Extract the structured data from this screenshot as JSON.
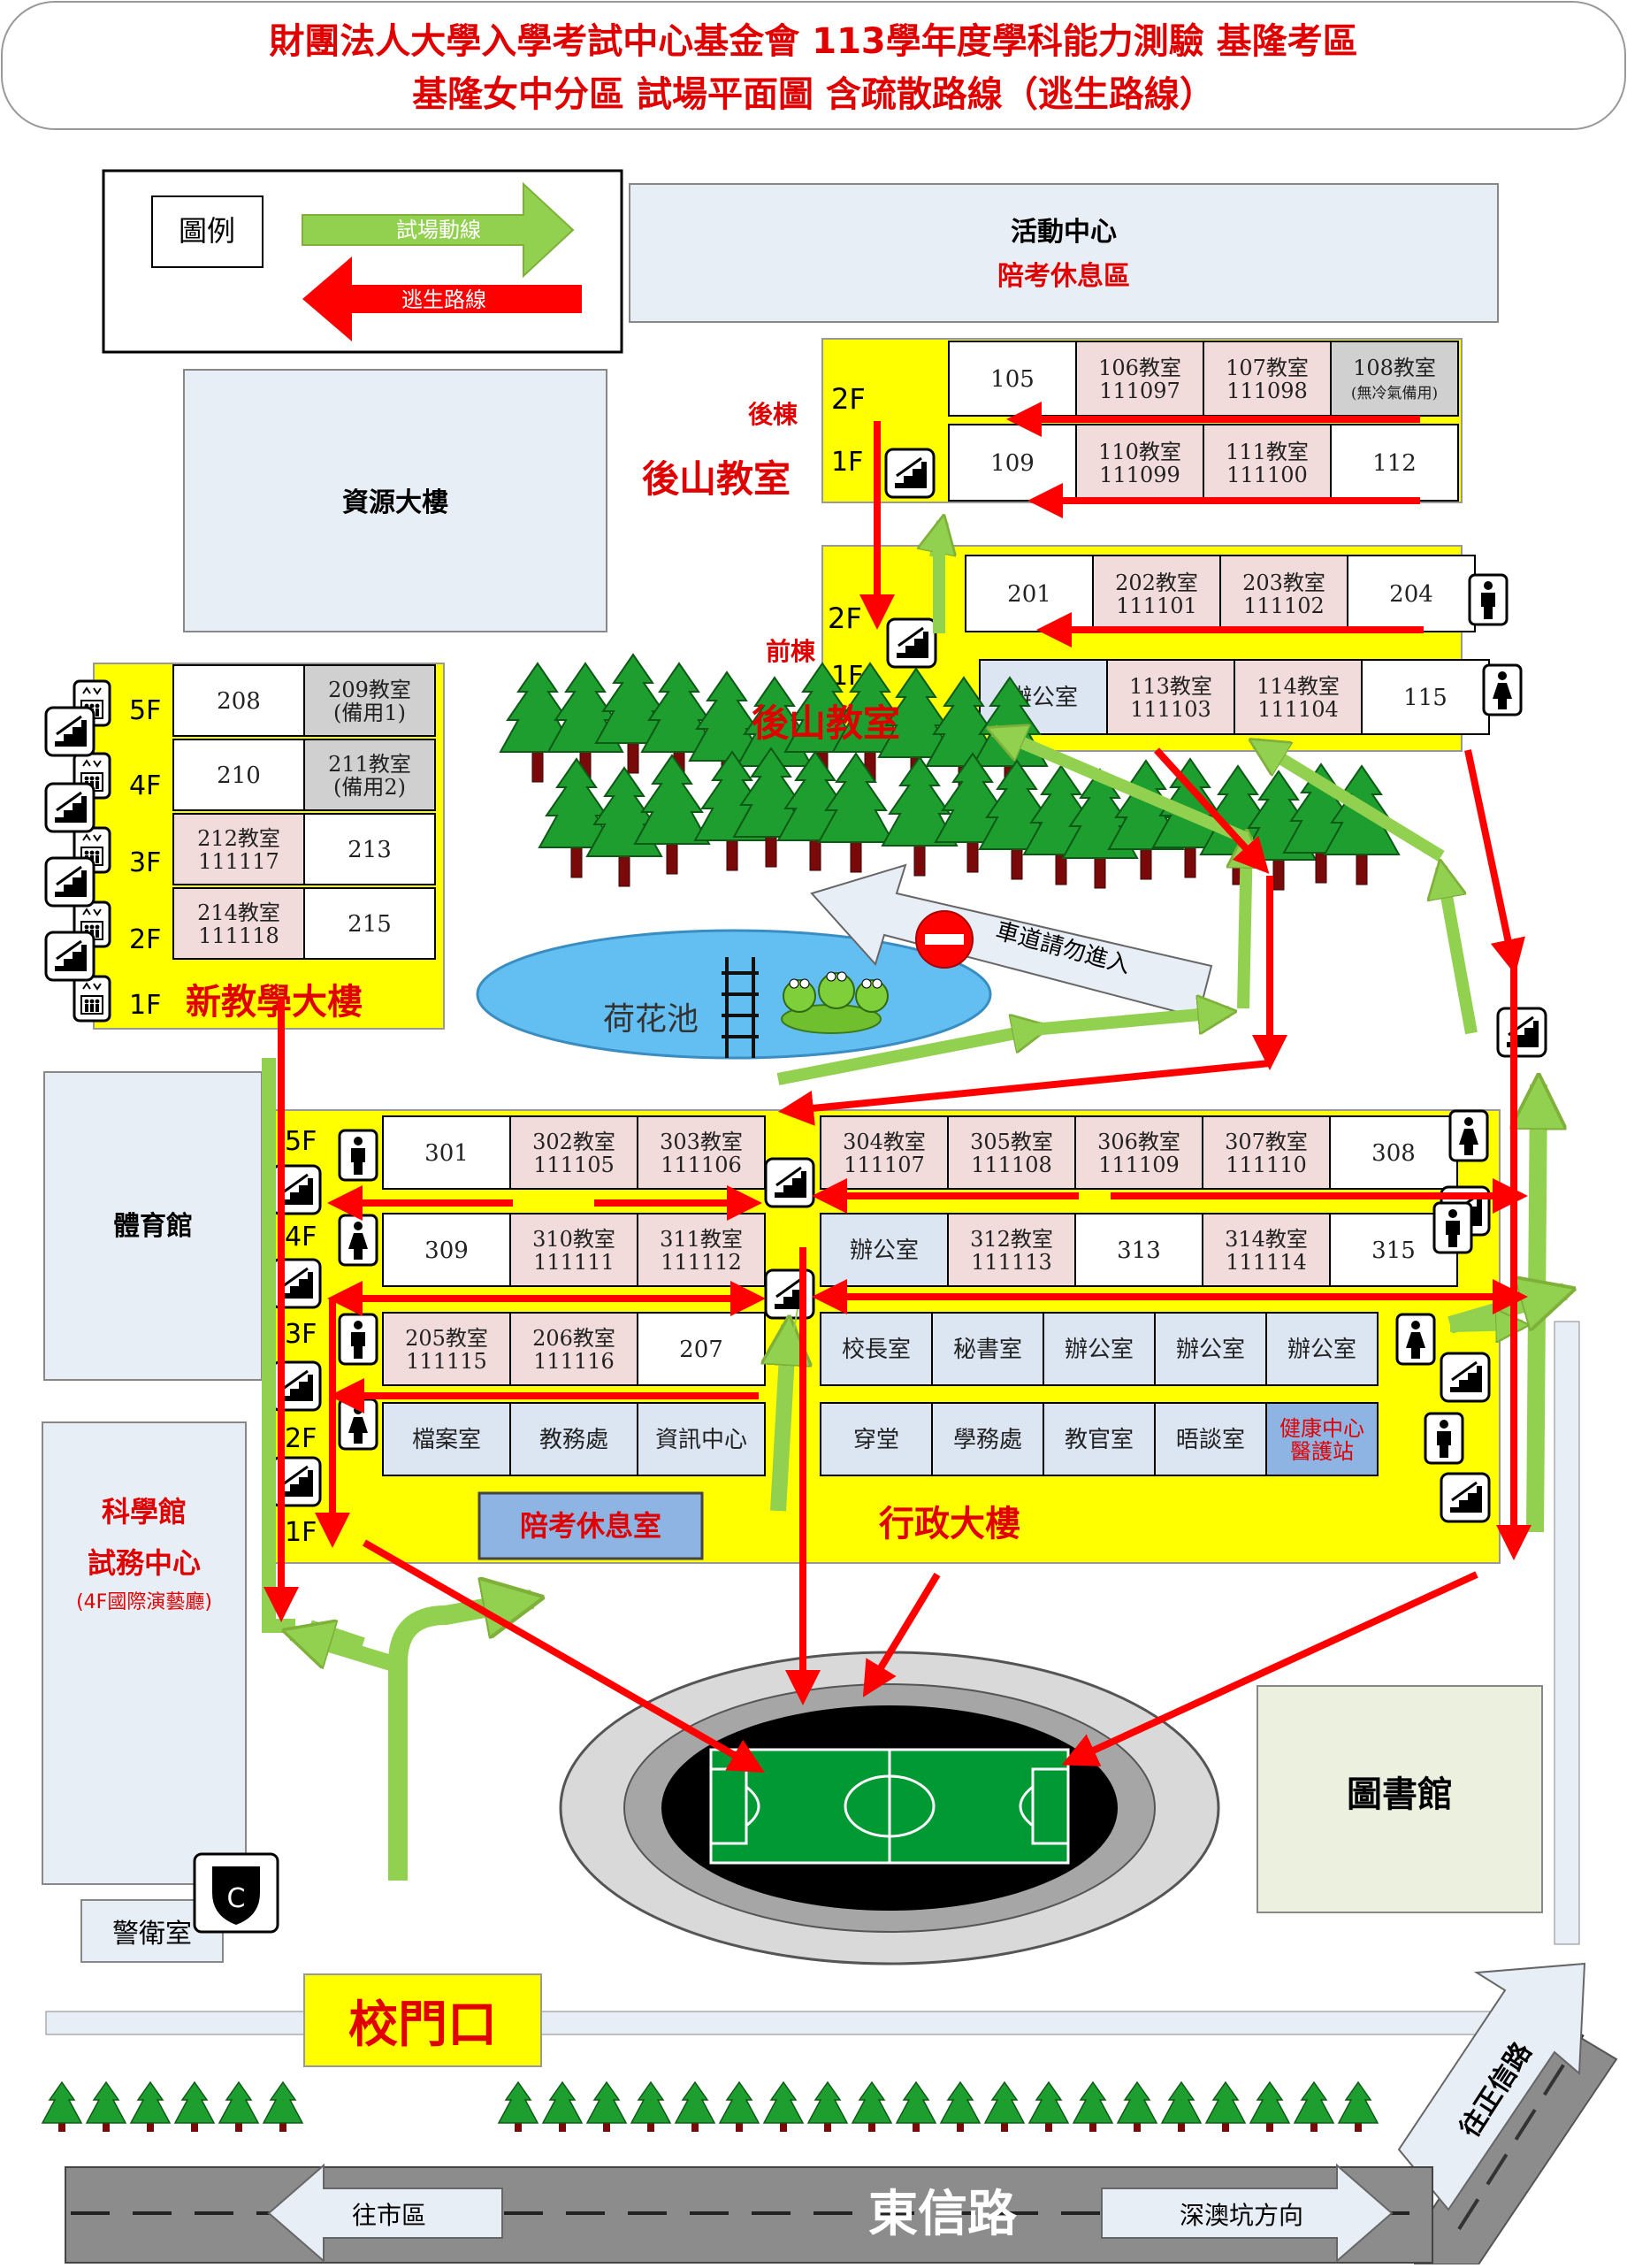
{
  "header": {
    "line1": "財團法人大學入學考試中心基金會 113學年度學科能力測驗 基隆考區",
    "line2": "基隆女中分區 試場平面圖 含疏散路線（逃生路線）"
  },
  "legend": {
    "title": "圖例",
    "exam_route": "試場動線",
    "escape_route": "逃生路線"
  },
  "places": {
    "activity_center": "活動中心",
    "activity_center_note": "陪考休息區",
    "resource_building": "資源大樓",
    "gym": "體育館",
    "science_hall": "科學館",
    "science_hall_sub": "試務中心",
    "science_hall_note": "(4F國際演藝廳)",
    "guard_room": "警衛室",
    "library": "圖書館",
    "lotus_pond": "荷花池",
    "no_entry_note": "車道請勿進入",
    "back_hill_classroom_1": "後山教室",
    "back_hill_classroom_2": "後山教室",
    "back_building": "後棟",
    "front_building": "前棟",
    "new_building": "新教學大樓",
    "admin_building": "行政大樓",
    "waiting_room": "陪考休息室",
    "school_gate": "校門口",
    "road": "東信路",
    "to_city": "往市區",
    "to_shenao": "深澳坑方向",
    "to_zhengxin": "往正信路",
    "guard_badge": "C"
  },
  "floors": {
    "f1": "1F",
    "f2": "2F",
    "f3": "3F",
    "f4": "4F",
    "f5": "5F"
  },
  "back_2f": [
    {
      "name": "105",
      "code": ""
    },
    {
      "name": "106教室",
      "code": "111097"
    },
    {
      "name": "107教室",
      "code": "111098"
    },
    {
      "name": "108教室",
      "code": "(無冷氣備用)"
    }
  ],
  "back_1f": [
    {
      "name": "109",
      "code": ""
    },
    {
      "name": "110教室",
      "code": "111099"
    },
    {
      "name": "111教室",
      "code": "111100"
    },
    {
      "name": "112",
      "code": ""
    }
  ],
  "front_2f": [
    {
      "name": "201",
      "code": ""
    },
    {
      "name": "202教室",
      "code": "111101"
    },
    {
      "name": "203教室",
      "code": "111102"
    },
    {
      "name": "204",
      "code": ""
    }
  ],
  "front_1f": [
    {
      "name": "辦公室",
      "code": ""
    },
    {
      "name": "113教室",
      "code": "111103"
    },
    {
      "name": "114教室",
      "code": "111104"
    },
    {
      "name": "115",
      "code": ""
    }
  ],
  "new_bldg": [
    [
      {
        "name": "208",
        "code": ""
      },
      {
        "name": "209教室",
        "code": "(備用1)"
      }
    ],
    [
      {
        "name": "210",
        "code": ""
      },
      {
        "name": "211教室",
        "code": "(備用2)"
      }
    ],
    [
      {
        "name": "212教室",
        "code": "111117"
      },
      {
        "name": "213",
        "code": ""
      }
    ],
    [
      {
        "name": "214教室",
        "code": "111118"
      },
      {
        "name": "215",
        "code": ""
      }
    ]
  ],
  "admin_5f_left": [
    {
      "name": "301",
      "code": ""
    },
    {
      "name": "302教室",
      "code": "111105"
    },
    {
      "name": "303教室",
      "code": "111106"
    }
  ],
  "admin_5f_right": [
    {
      "name": "304教室",
      "code": "111107"
    },
    {
      "name": "305教室",
      "code": "111108"
    },
    {
      "name": "306教室",
      "code": "111109"
    },
    {
      "name": "307教室",
      "code": "111110"
    },
    {
      "name": "308",
      "code": ""
    }
  ],
  "admin_4f_left": [
    {
      "name": "309",
      "code": ""
    },
    {
      "name": "310教室",
      "code": "111111"
    },
    {
      "name": "311教室",
      "code": "111112"
    }
  ],
  "admin_4f_right": [
    {
      "name": "辦公室",
      "code": ""
    },
    {
      "name": "312教室",
      "code": "111113"
    },
    {
      "name": "313",
      "code": ""
    },
    {
      "name": "314教室",
      "code": "111114"
    },
    {
      "name": "315",
      "code": ""
    }
  ],
  "admin_3f_left": [
    {
      "name": "205教室",
      "code": "111115"
    },
    {
      "name": "206教室",
      "code": "111116"
    },
    {
      "name": "207",
      "code": ""
    }
  ],
  "admin_3f_right": [
    {
      "name": "校長室",
      "code": ""
    },
    {
      "name": "秘書室",
      "code": ""
    },
    {
      "name": "辦公室",
      "code": ""
    },
    {
      "name": "辦公室",
      "code": ""
    },
    {
      "name": "辦公室",
      "code": ""
    }
  ],
  "admin_2f_left": [
    {
      "name": "檔案室",
      "code": ""
    },
    {
      "name": "教務處",
      "code": ""
    },
    {
      "name": "資訊中心",
      "code": ""
    }
  ],
  "admin_2f_right": [
    {
      "name": "穿堂",
      "code": ""
    },
    {
      "name": "學務處",
      "code": ""
    },
    {
      "name": "教官室",
      "code": ""
    },
    {
      "name": "晤談室",
      "code": ""
    },
    {
      "name": "健康中心",
      "code": "醫護站"
    }
  ],
  "colors": {
    "yellow": "#FFFF00",
    "exam_room": "#F2DCDB",
    "reserve_room": "#D0D0D0",
    "office": "#DCE6F2",
    "health": "#8EB4E3",
    "green_arrow": "#92D050",
    "red_arrow": "#FF0000",
    "tree": "#1E9E2E",
    "trunk": "#7A0A0A",
    "pond": "#63BFF2",
    "field": "#009933"
  },
  "icons": {
    "stairs": "stairs-icon",
    "elevator": "elevator-icon",
    "male_restroom": "male-restroom-icon",
    "female_restroom": "female-restroom-icon",
    "no_entry": "no-entry-icon",
    "tree": "tree-icon",
    "frog": "frog-icon",
    "ladder": "ladder-icon",
    "soccer_field": "soccer-field-icon",
    "guard_badge": "shield-icon"
  }
}
